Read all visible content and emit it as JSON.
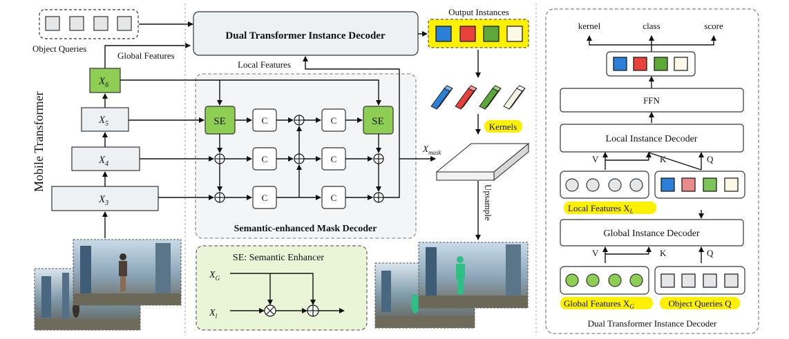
{
  "colors": {
    "green": "#8fce54",
    "green_dark": "#5d9a2a",
    "blue": "#2a7fd6",
    "red": "#e8403b",
    "cream": "#fbf8e6",
    "box_fill": "#eef1f3",
    "panel_fill": "#f3f5f7",
    "highlight": "#fdf000",
    "se_legend_fill": "#eaf5d8"
  },
  "left": {
    "object_queries": "Object Queries",
    "global_features": "Global Features",
    "local_features": "Local Features",
    "mobile_transformer": "Mobile Transformer",
    "x6": "X",
    "x6_sub": "6",
    "x5": "X",
    "x5_sub": "5",
    "x4": "X",
    "x4_sub": "4",
    "x3": "X",
    "x3_sub": "3"
  },
  "center": {
    "dual_decoder_title": "Dual Transformer Instance Decoder",
    "mask_decoder_title": "Semantic-enhanced Mask Decoder",
    "se_label": "SE",
    "c_label": "C",
    "se_legend_title": "SE: Semantic Enhancer",
    "xg": "X",
    "xg_sub": "G",
    "xl": "X",
    "xl_sub": "l"
  },
  "output": {
    "output_instances": "Output Instances",
    "kernels": "Kernels",
    "xmask": "X",
    "xmask_sub": "mask",
    "upsample": "Upsample"
  },
  "right": {
    "kernel": "kernel",
    "class": "class",
    "score": "score",
    "ffn": "FFN",
    "local_instance_decoder": "Local Instance Decoder",
    "global_instance_decoder": "Global Instance Decoder",
    "v": "V",
    "k": "K",
    "q": "Q",
    "local_features_xl": "Local Features X",
    "local_features_xl_sub": "L",
    "global_features_xg": "Global Features X",
    "global_features_xg_sub": "G",
    "object_queries_q": "Object Queries Q",
    "panel_title": "Dual Transformer Instance Decoder"
  }
}
